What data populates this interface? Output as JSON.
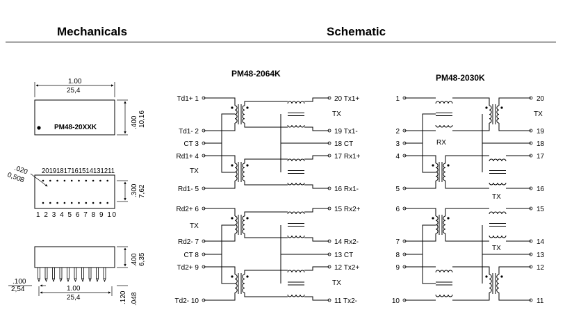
{
  "headers": {
    "mechanicals": "Mechanicals",
    "schematic": "Schematic"
  },
  "mech": {
    "top_view": {
      "width_in": "1.00",
      "width_mm": "25,4",
      "height_in": ".400",
      "height_mm": "10,16",
      "part_label": "PM48-20XXK"
    },
    "pin_view": {
      "spacing_in": ".020",
      "spacing_mm": "0,508",
      "top_pins": "20191817161514131211",
      "bottom_pins": "1 2 3 4 5 6 7 8 9 10",
      "row_in": ".300",
      "row_mm": "7,62"
    },
    "side_view": {
      "pitch_in": ".100",
      "pitch_mm": "2,54",
      "width_in": "1.00",
      "width_mm": "25,4",
      "height_in": ".400",
      "height_mm": "6,35",
      "lead_in": ".120",
      "lead_mm": ".048"
    }
  },
  "schem1": {
    "title": "PM48-2064K",
    "left_pins": [
      "Td1+ 1",
      "Td1-  2",
      "CT   3",
      "Rd1+ 4",
      "Rd1-  5",
      "Rd2+ 6",
      "Rd2-  7",
      "CT   8",
      "Td2+ 9",
      "Td2-  10"
    ],
    "right_pins": [
      "20 Tx1+",
      "19 Tx1-",
      "18 CT",
      "17 Rx1+",
      "16 Rx1-",
      "15 Rx2+",
      "14 Rx2-",
      "13 CT",
      "12 Tx2+",
      "11 Tx2-"
    ],
    "labels": [
      "TX",
      "TX",
      "TX",
      "TX"
    ]
  },
  "schem2": {
    "title": "PM48-2030K",
    "left_pins": [
      "1",
      "2",
      "3",
      "4",
      "5",
      "6",
      "7",
      "8",
      "9",
      "10"
    ],
    "right_pins": [
      "20",
      "19",
      "18",
      "17",
      "16",
      "15",
      "14",
      "13",
      "12",
      "11"
    ],
    "labels": [
      "TX",
      "RX",
      "TX",
      "TX"
    ]
  }
}
